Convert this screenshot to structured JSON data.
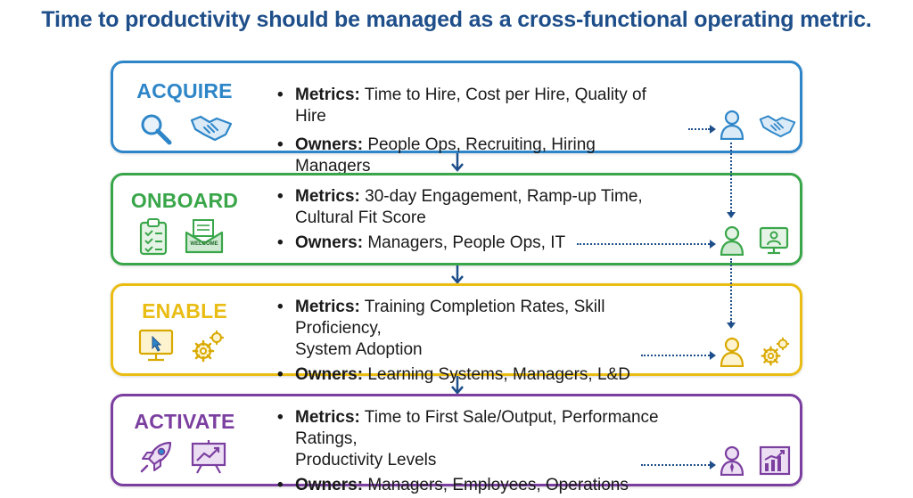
{
  "title": "Time to productivity should be managed as a cross-functional operating metric.",
  "stages": [
    {
      "name": "ACQUIRE",
      "color": "#2e86c8",
      "metrics_label": "Metrics:",
      "metrics_line1": "Time to Hire, Cost per Hire, Quality of Hire",
      "metrics_line2": "",
      "owners_label": "Owners:",
      "owners": " People Ops, Recruiting, Hiring Managers",
      "left_icons": [
        "magnifier-icon",
        "handshake-icon"
      ],
      "right_icons": [
        "person-icon",
        "handshake-icon"
      ]
    },
    {
      "name": "ONBOARD",
      "color": "#3aa64a",
      "metrics_label": "Metrics:",
      "metrics_line1": "30-day Engagement, Ramp-up Time,",
      "metrics_line2": "Cultural Fit Score",
      "owners_label": "Owners:",
      "owners": "Managers, People Ops, IT",
      "left_icons": [
        "clipboard-checklist-icon",
        "welcome-envelope-icon"
      ],
      "welcome_text": "WELCOME",
      "right_icons": [
        "person-icon",
        "video-monitor-icon"
      ]
    },
    {
      "name": "ENABLE",
      "color": "#e9bd14",
      "metrics_label": "Metrics:",
      "metrics_line1": "Training Completion Rates, Skill Proficiency,",
      "metrics_line2": "System Adoption",
      "owners_label": "Owners:",
      "owners": "Learning Systems, Managers, L&D",
      "left_icons": [
        "computer-cursor-icon",
        "gears-icon"
      ],
      "right_icons": [
        "person-icon",
        "gears-icon"
      ]
    },
    {
      "name": "ACTIVATE",
      "color": "#7b3fa0",
      "metrics_label": "Metrics:",
      "metrics_line1": "Time to First Sale/Output, Performance Ratings,",
      "metrics_line2": "Productivity Levels",
      "owners_label": "Owners:",
      "owners": "Managers, Employees, Operations",
      "left_icons": [
        "rocket-icon",
        "presentation-chart-icon"
      ],
      "right_icons": [
        "person-icon",
        "bar-chart-icon"
      ]
    }
  ],
  "colors": {
    "arrow": "#1f4f8a",
    "title": "#1f4f8a"
  }
}
